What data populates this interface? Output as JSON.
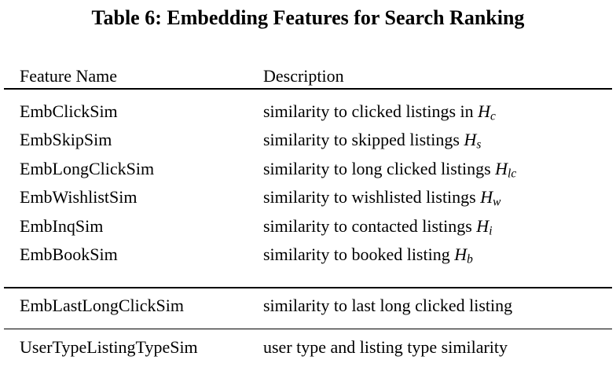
{
  "page": {
    "background_color": "#ffffff",
    "text_color": "#000000"
  },
  "title": "Table 6: Embedding Features for Search Ranking",
  "table": {
    "headers": {
      "feature": "Feature Name",
      "description": "Description"
    },
    "sections": [
      {
        "rows": [
          {
            "feature": "EmbClickSim",
            "desc_text": "similarity to clicked listings in ",
            "math_base": "H",
            "math_sub": "c"
          },
          {
            "feature": "EmbSkipSim",
            "desc_text": "similarity to skipped listings ",
            "math_base": "H",
            "math_sub": "s"
          },
          {
            "feature": "EmbLongClickSim",
            "desc_text": "similarity to long clicked listings ",
            "math_base": "H",
            "math_sub": "lc"
          },
          {
            "feature": "EmbWishlistSim",
            "desc_text": "similarity to wishlisted listings ",
            "math_base": "H",
            "math_sub": "w"
          },
          {
            "feature": "EmbInqSim",
            "desc_text": "similarity to contacted listings ",
            "math_base": "H",
            "math_sub": "i"
          },
          {
            "feature": "EmbBookSim",
            "desc_text": "similarity to booked listing ",
            "math_base": "H",
            "math_sub": "b"
          }
        ]
      },
      {
        "rows": [
          {
            "feature": "EmbLastLongClickSim",
            "desc_text": "similarity to last long clicked listing",
            "math_base": "",
            "math_sub": ""
          }
        ]
      },
      {
        "rows": [
          {
            "feature": "UserTypeListingTypeSim",
            "desc_text": "user type and listing type similarity",
            "math_base": "",
            "math_sub": ""
          }
        ]
      }
    ]
  }
}
